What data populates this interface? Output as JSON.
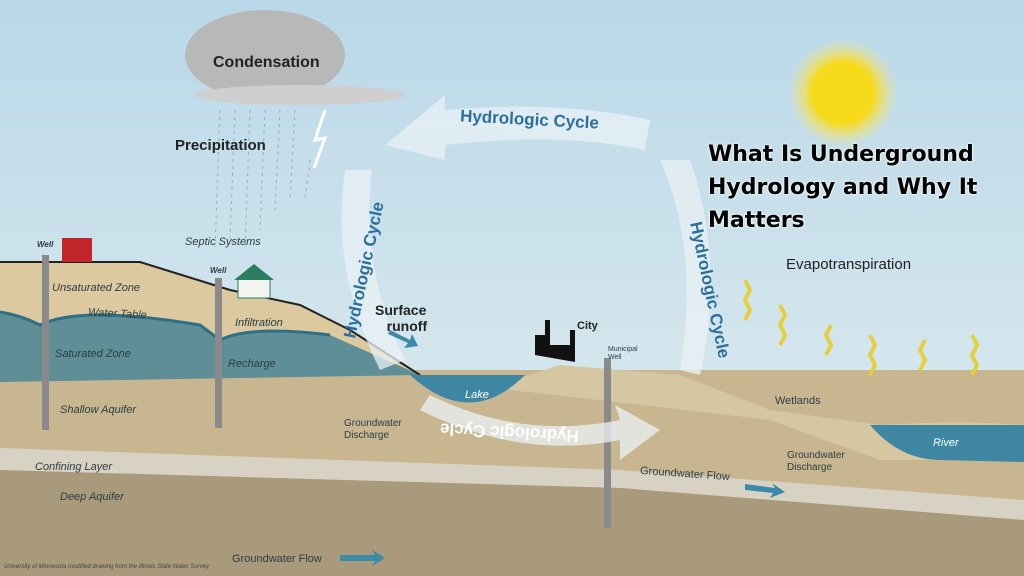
{
  "title": "What Is Underground Hydrology and Why It Matters",
  "labels": {
    "condensation": "Condensation",
    "precipitation": "Precipitation",
    "hydrologic_cycle": "Hydrologic Cycle",
    "evapotranspiration": "Evapotranspiration",
    "well": "Well",
    "septic_systems": "Septic Systems",
    "unsaturated_zone": "Unsaturated Zone",
    "water_table": "Water Table",
    "infiltration": "Infiltration",
    "saturated_zone": "Saturated Zone",
    "recharge": "Recharge",
    "shallow_aquifer": "Shallow Aquifer",
    "surface_runoff_1": "Surface",
    "surface_runoff_2": "runoff",
    "city": "City",
    "municipal_well_1": "Municipal",
    "municipal_well_2": "Well",
    "lake": "Lake",
    "groundwater_discharge_1": "Groundwater",
    "groundwater_discharge_2": "Discharge",
    "confining_layer": "Confining Layer",
    "deep_aquifer": "Deep Aquifer",
    "groundwater_flow": "Groundwater Flow",
    "wetlands": "Wetlands",
    "river": "River"
  },
  "credit": "University of Minnesota modified drawing from the Illinois State Water Survey",
  "colors": {
    "sky": "#cfe3ee",
    "water": "#3f86a3",
    "soil": "#d9c9a6",
    "saturated": "#5f8e96",
    "deep": "#b0a284",
    "sun": "#f6d820"
  }
}
